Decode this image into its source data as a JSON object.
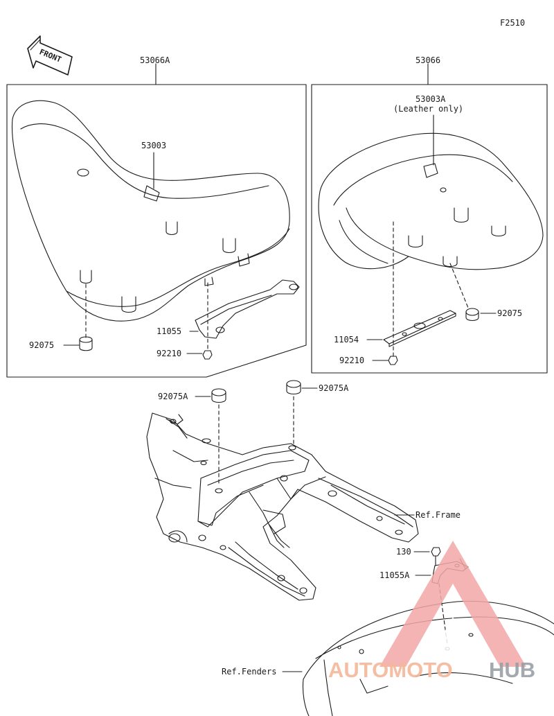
{
  "figure_code": "F2510",
  "front_marker": "FRONT",
  "groups": {
    "left_seat_assy": "53066A",
    "right_seat_assy": "53066"
  },
  "callouts": {
    "left_seat_cover": "53003",
    "right_seat_cover": "53003A",
    "right_seat_cover_note": "(Leather only)",
    "left_damper": "92075",
    "right_damper": "92075",
    "left_bracket": "11055",
    "right_bracket": "11054",
    "left_nut": "92210",
    "right_nut": "92210",
    "left_frame_damper": "92075A",
    "right_frame_damper": "92075A",
    "bolt": "130",
    "fender_bracket": "11055A"
  },
  "references": {
    "frame": "Ref.Frame",
    "fenders": "Ref.Fenders"
  },
  "watermark": {
    "part1": "AUTOMOTO",
    "part2": "HUB",
    "color_primary": "#f4a8a8",
    "color_secondary": "#9aa0a6"
  },
  "line_color": "#1a1a1a"
}
